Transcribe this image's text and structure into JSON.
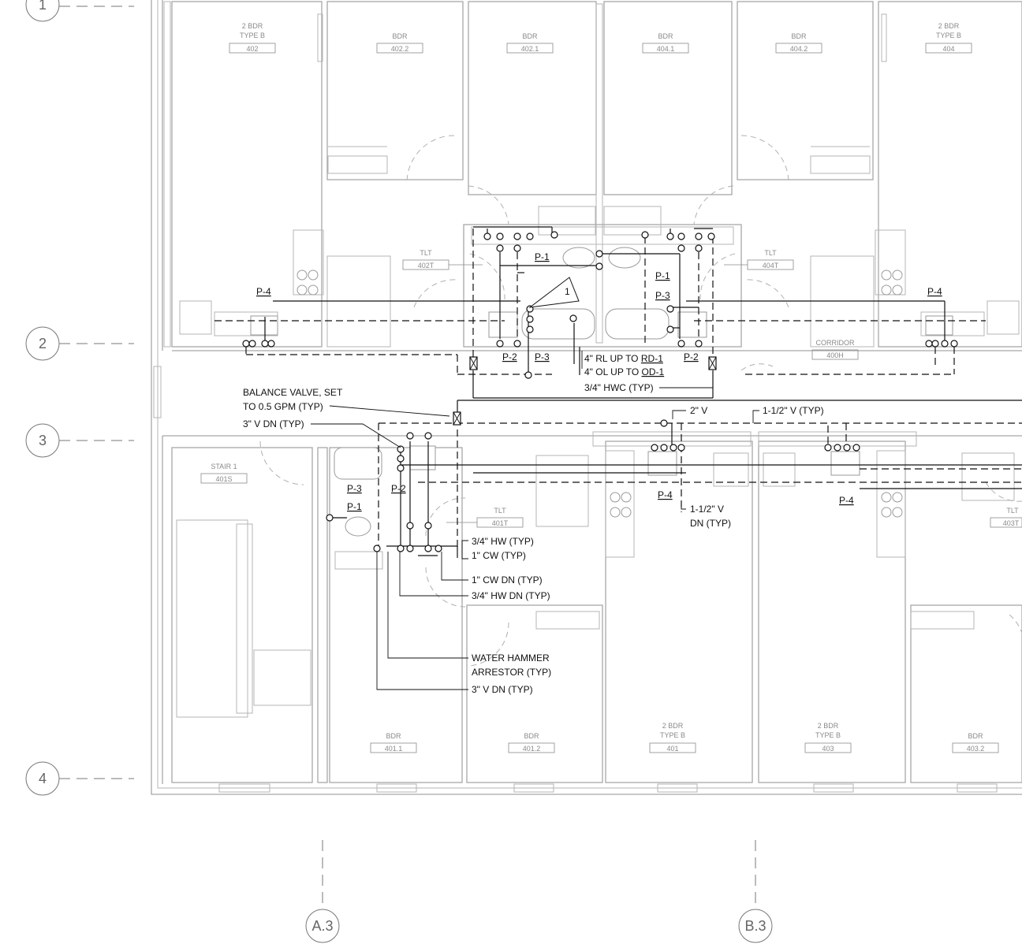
{
  "grid": {
    "rows": [
      "1",
      "2",
      "3",
      "4"
    ],
    "cols": [
      "A.3",
      "B.3"
    ]
  },
  "rooms": [
    {
      "name": "2 BDR",
      "sub": "TYPE B",
      "num": "402"
    },
    {
      "name": "BDR",
      "num": "402.2"
    },
    {
      "name": "BDR",
      "num": "402.1"
    },
    {
      "name": "BDR",
      "num": "404.1"
    },
    {
      "name": "BDR",
      "num": "404.2"
    },
    {
      "name": "2 BDR",
      "sub": "TYPE B",
      "num": "404"
    },
    {
      "name": "TLT",
      "num": "402T"
    },
    {
      "name": "TLT",
      "num": "404T"
    },
    {
      "name": "CORRIDOR",
      "num": "400H"
    },
    {
      "name": "STAIR 1",
      "num": "401S"
    },
    {
      "name": "TLT",
      "num": "401T"
    },
    {
      "name": "TLT",
      "num": "403T"
    },
    {
      "name": "BDR",
      "num": "401.1"
    },
    {
      "name": "BDR",
      "num": "401.2"
    },
    {
      "name": "2 BDR",
      "sub": "TYPE B",
      "num": "401"
    },
    {
      "name": "2 BDR",
      "sub": "TYPE B",
      "num": "403"
    },
    {
      "name": "BDR",
      "num": "403.2"
    }
  ],
  "fixture_tags": {
    "p4_402": "P-4",
    "p4_404": "P-4",
    "p1_402t": "P-1",
    "p1_404t": "P-1",
    "p3_404t": "P-3",
    "p2_402t": "P-2",
    "p3_402t": "P-3",
    "p2_404t": "P-2",
    "p3_401t": "P-3",
    "p2_401t": "P-2",
    "p1_401t": "P-1",
    "p4_401": "P-4",
    "p4_403": "P-4"
  },
  "notes": {
    "rl_pre": "4\" RL UP TO ",
    "rl_ref": "RD-1",
    "ol_pre": "4\" OL UP TO ",
    "ol_ref": "OD-1",
    "hwc": "3/4\" HWC (TYP)",
    "balance_1": "BALANCE VALVE, SET",
    "balance_2": "TO 0.5 GPM (TYP)",
    "v3_dn": "3\" V DN (TYP)",
    "v2": "2\" V",
    "v15": "1-1/2\" V (TYP)",
    "v15_dn_1": "1-1/2\" V",
    "v15_dn_2": "DN (TYP)",
    "hw34": "3/4\" HW (TYP)",
    "cw1": "1\" CW (TYP)",
    "cw1_dn": "1\" CW DN (TYP)",
    "hw34_dn": "3/4\" HW DN (TYP)",
    "wha_1": "WATER HAMMER",
    "wha_2": "ARRESTOR (TYP)",
    "v3_dn_b": "3\" V DN (TYP)",
    "section_marker": "1"
  }
}
